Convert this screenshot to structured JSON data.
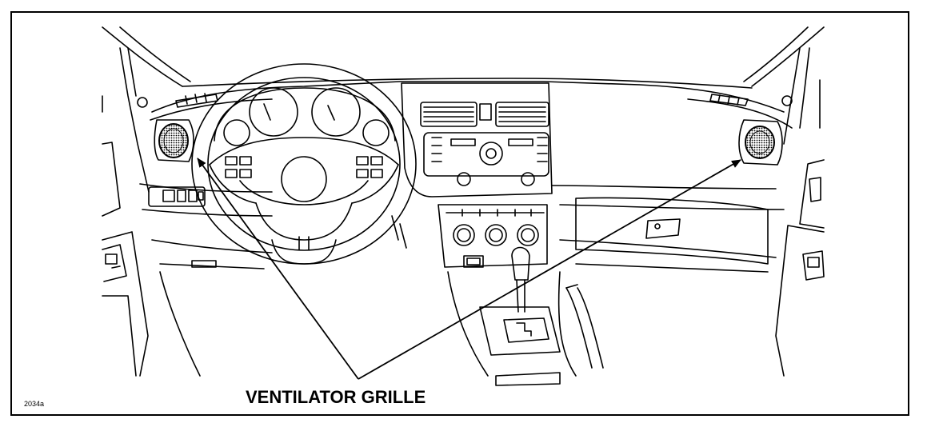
{
  "figure": {
    "id_code": "2034a",
    "callout_label": "VENTILATOR GRILLE"
  },
  "colors": {
    "line": "#000000",
    "background": "#ffffff"
  },
  "icons": [
    "ventilator-grille-left",
    "ventilator-grille-right",
    "steering-wheel",
    "gear-shifter",
    "glove-box-latch"
  ]
}
